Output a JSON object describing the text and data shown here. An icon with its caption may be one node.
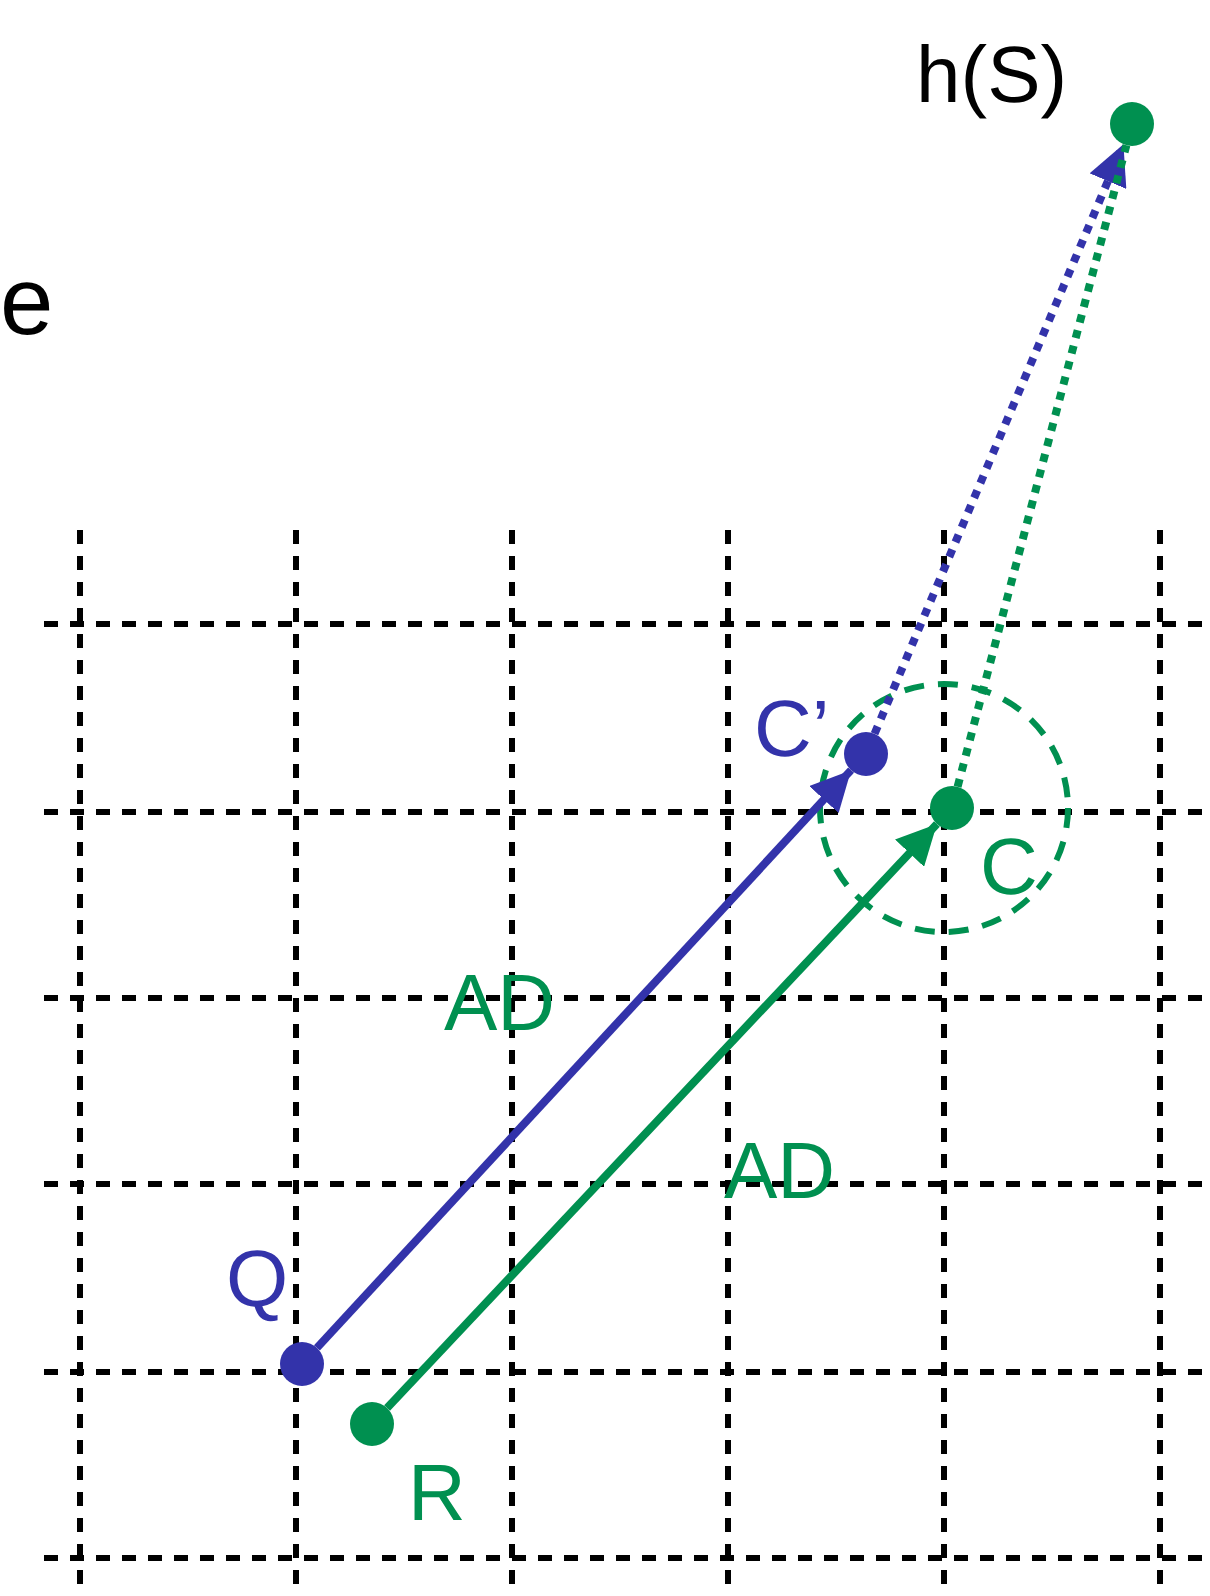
{
  "diagram": {
    "nodes": [
      {
        "text": [],
        "shape": "circle",
        "beside": [
          "Q"
        ]
      },
      {
        "text": [],
        "shape": "circle",
        "beside": [
          "R"
        ]
      },
      {
        "text": [],
        "shape": "circle",
        "beside": [
          "C’"
        ]
      },
      {
        "text": [],
        "shape": "circle",
        "beside": [
          "C"
        ]
      },
      {
        "text": [],
        "shape": "circle",
        "beside": [
          "h(S)"
        ]
      }
    ],
    "edges": [
      {
        "from": 0,
        "to": 2,
        "arrow": "to",
        "label": "AD",
        "color": "#3333aa"
      },
      {
        "from": 1,
        "to": 3,
        "arrow": "to",
        "label": "AD",
        "color": "#009050"
      },
      {
        "from": 2,
        "to": 4,
        "arrow": "to",
        "style": "dashed",
        "color": "#3333aa"
      },
      {
        "from": 3,
        "to": 4,
        "arrow": "none",
        "style": "dashed",
        "color": "#009050"
      }
    ],
    "labels": [
      "e"
    ]
  }
}
